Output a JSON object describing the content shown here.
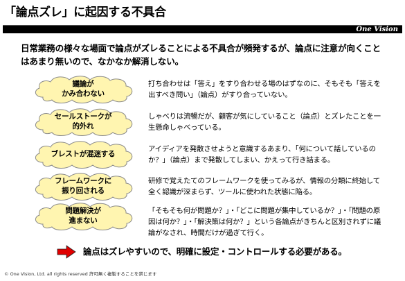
{
  "title": "「論点ズレ」に起因する不具合",
  "brand": "One Vision",
  "intro": "日常業務の様々な場面で論点がズレることによる不具合が頻発するが、論点に注意が向くことはあまり無いので、なかなか解消しない。",
  "colors": {
    "cloud_fill": "#fff5b0",
    "cloud_stroke": "#8a8a8a",
    "arrow_fill": "#e00000",
    "bar": "#000000"
  },
  "issues": [
    {
      "label": "議論が\nかみ合わない",
      "description": "打ち合わせは「答え」をすり合わせる場のはずなのに、そもそも「答えを出すべき問い」（論点）がすり合っていない。"
    },
    {
      "label": "セールストークが\n的外れ",
      "description": "しゃべりは流暢だが、顧客が気にしていること（論点）とズレたことを一生懸命しゃべっている。"
    },
    {
      "label": "ブレストが混迷する",
      "description": "アイディアを発散させようと意識するあまり、「何について話しているのか？」（論点）まで発散してしまい、かえって行き詰まる。"
    },
    {
      "label": "フレームワークに\n振り回される",
      "description": "研修で覚えたてのフレームワークを使ってみるが、情報の分類に終始して全く認識が深まらず、ツールに使われた状態に陥る。"
    },
    {
      "label": "問題解決が\n進まない",
      "description": "「そもそも何が問題か？」・「どこに問題が集中しているか？」・「問題の原因は何か？」・「解決策は何か？」という各論点がきちんと区別されずに議論がなされ、時間だけが過ぎて行く。"
    }
  ],
  "conclusion": "論点はズレやすいので、明確に設定・コントロールする必要がある。",
  "arrow_icon": "right-arrow-icon",
  "footer": "© One Vision, Ltd. all rights reserved  許可無く複製することを禁じます"
}
